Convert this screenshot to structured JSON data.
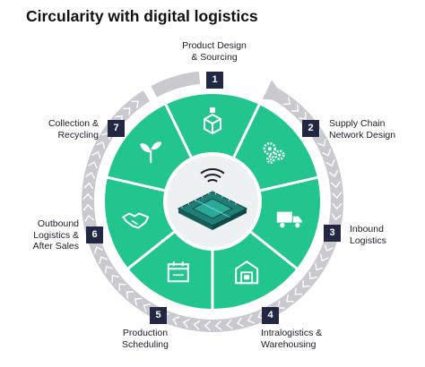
{
  "title": "Circularity with digital logistics",
  "colors": {
    "green": "#22c58e",
    "navy": "#222744",
    "ring_gray": "#c9c9cf",
    "hub_light": "#eef1f1",
    "white": "#ffffff"
  },
  "steps": [
    {
      "number": "1",
      "lines": [
        "Product Design",
        "& Sourcing"
      ],
      "icon": "cube-box-icon"
    },
    {
      "number": "2",
      "lines": [
        "Supply Chain",
        "Network Design"
      ],
      "icon": "gears-icon"
    },
    {
      "number": "3",
      "lines": [
        "Inbound",
        "Logistics"
      ],
      "icon": "truck-icon"
    },
    {
      "number": "4",
      "lines": [
        "Intralogistics &",
        "Warehousing"
      ],
      "icon": "warehouse-icon"
    },
    {
      "number": "5",
      "lines": [
        "Production",
        "Scheduling"
      ],
      "icon": "calendar-icon"
    },
    {
      "number": "6",
      "lines": [
        "Outbound",
        "Logistics &",
        "After Sales"
      ],
      "icon": "handshake-icon"
    },
    {
      "number": "7",
      "lines": [
        "Collection &",
        "Recycling"
      ],
      "icon": "sprout-icon"
    }
  ],
  "center_icon": "chip-wireless-icon"
}
